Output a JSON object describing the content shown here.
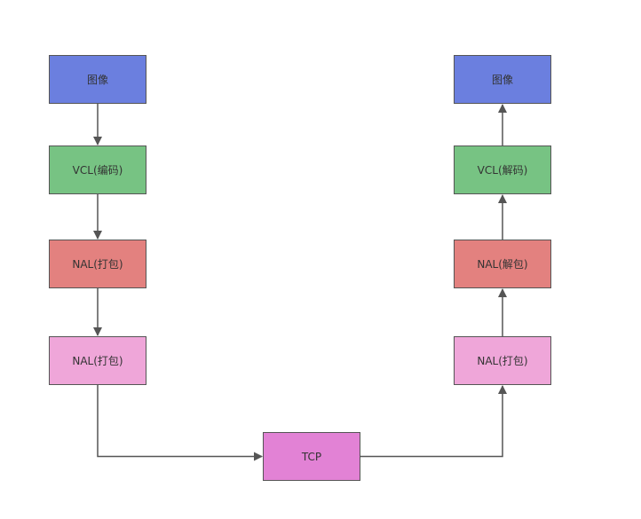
{
  "nodes": {
    "left_image": {
      "label": "图像",
      "color": "#6b7fdf"
    },
    "left_vcl": {
      "label": "VCL(编码)",
      "color": "#77c383"
    },
    "left_nal1": {
      "label": "NAL(打包)",
      "color": "#e3817f"
    },
    "left_nal2": {
      "label": "NAL(打包)",
      "color": "#efa6d9"
    },
    "tcp": {
      "label": "TCP",
      "color": "#e282d5"
    },
    "right_nal2": {
      "label": "NAL(打包)",
      "color": "#efa6d9"
    },
    "right_nal1": {
      "label": "NAL(解包)",
      "color": "#e3817f"
    },
    "right_vcl": {
      "label": "VCL(解码)",
      "color": "#77c383"
    },
    "right_image": {
      "label": "图像",
      "color": "#6b7fdf"
    }
  },
  "edges": [
    {
      "from": "left_image",
      "to": "left_vcl"
    },
    {
      "from": "left_vcl",
      "to": "left_nal1"
    },
    {
      "from": "left_nal1",
      "to": "left_nal2"
    },
    {
      "from": "left_nal2",
      "to": "tcp"
    },
    {
      "from": "tcp",
      "to": "right_nal2"
    },
    {
      "from": "right_nal2",
      "to": "right_nal1"
    },
    {
      "from": "right_nal1",
      "to": "right_vcl"
    },
    {
      "from": "right_vcl",
      "to": "right_image"
    }
  ],
  "style": {
    "edge_color": "#555555",
    "border_color": "#555555"
  }
}
